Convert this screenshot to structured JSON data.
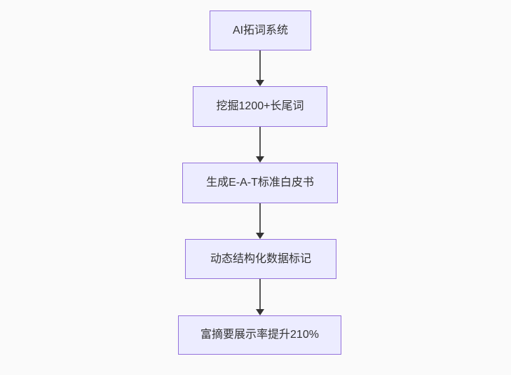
{
  "page": {
    "background": "#fafafa"
  },
  "colors": {
    "page_bg": "#fafafa",
    "node_fill": "#ECECFF",
    "node_border": "#9370DB",
    "node_text": "#333333",
    "edge_line": "#555555",
    "arrow_head": "#333333"
  },
  "diagram": {
    "type": "flowchart",
    "direction": "top-to-bottom",
    "nodes": [
      {
        "id": "A",
        "label": "AI拓词系统"
      },
      {
        "id": "B",
        "label": "挖掘1200+长尾词"
      },
      {
        "id": "C",
        "label": "生成E-A-T标准白皮书"
      },
      {
        "id": "D",
        "label": "动态结构化数据标记"
      },
      {
        "id": "E",
        "label": "富摘要展示率提升210%"
      }
    ],
    "edges": [
      {
        "from": "A",
        "to": "B"
      },
      {
        "from": "B",
        "to": "C"
      },
      {
        "from": "C",
        "to": "D"
      },
      {
        "from": "D",
        "to": "E"
      }
    ]
  }
}
